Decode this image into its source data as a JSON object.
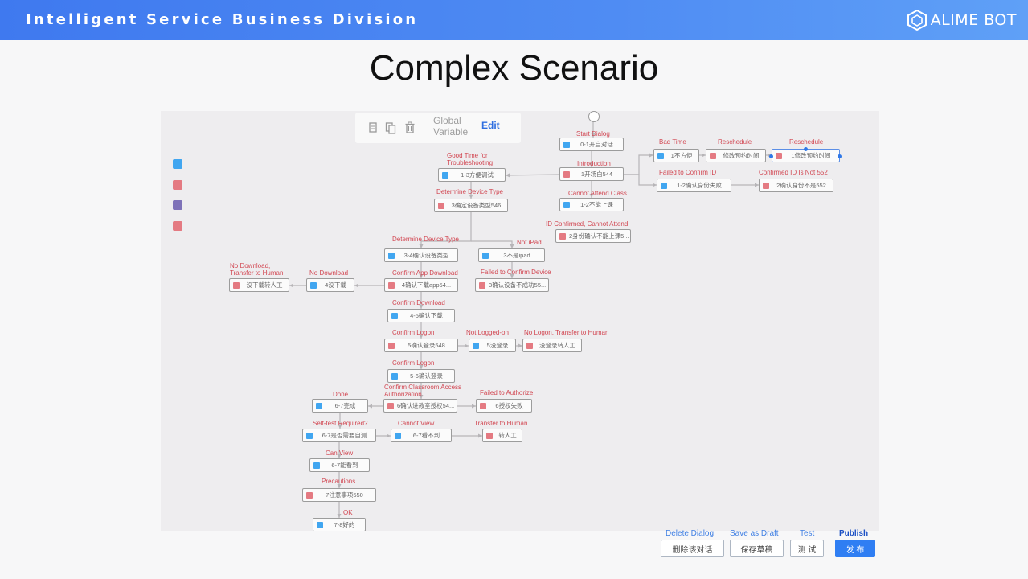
{
  "header": {
    "division_title": "Intelligent Service Business Division",
    "brand_name": "ALIME BOT"
  },
  "page_title": "Complex Scenario",
  "canvas": {
    "global_variable_label": "Global Variable",
    "edit_label": "Edit",
    "nodes": [
      {
        "id": "n01",
        "icon": "blue",
        "text": "0-1开启对话"
      },
      {
        "id": "n02",
        "icon": "red",
        "text": "1开场白544"
      },
      {
        "id": "n03",
        "icon": "blue",
        "text": "1-2不能上课"
      },
      {
        "id": "n04",
        "icon": "blue",
        "text": "1-3方便调试"
      },
      {
        "id": "n05",
        "icon": "red",
        "text": "3确定设备类型546"
      },
      {
        "id": "n06",
        "icon": "blue",
        "text": "1不方便"
      },
      {
        "id": "n07",
        "icon": "red",
        "text": "修改预约时间"
      },
      {
        "id": "n08",
        "icon": "red",
        "text": "1修改预约时间"
      },
      {
        "id": "n09",
        "icon": "blue",
        "text": "1-2确认身份失败"
      },
      {
        "id": "n10",
        "icon": "red",
        "text": "2确认身份不是552"
      },
      {
        "id": "n11",
        "icon": "red",
        "text": "2身份确认不能上课5..."
      },
      {
        "id": "n12",
        "icon": "blue",
        "text": "3-4确认设备类型"
      },
      {
        "id": "n13",
        "icon": "blue",
        "text": "3不是ipad"
      },
      {
        "id": "n14",
        "icon": "red",
        "text": "没下载转人工"
      },
      {
        "id": "n15",
        "icon": "blue",
        "text": "4没下载"
      },
      {
        "id": "n16",
        "icon": "red",
        "text": "4确认下载app54..."
      },
      {
        "id": "n17",
        "icon": "red",
        "text": "3确认设备不成功55..."
      },
      {
        "id": "n18",
        "icon": "blue",
        "text": "4-5确认下载"
      },
      {
        "id": "n19",
        "icon": "red",
        "text": "5确认登录548"
      },
      {
        "id": "n20",
        "icon": "blue",
        "text": "5没登录"
      },
      {
        "id": "n21",
        "icon": "red",
        "text": "没登录转人工"
      },
      {
        "id": "n22",
        "icon": "blue",
        "text": "5-6确认登录"
      },
      {
        "id": "n23",
        "icon": "blue",
        "text": "6-7完成"
      },
      {
        "id": "n24",
        "icon": "red",
        "text": "6确认进教室授权54..."
      },
      {
        "id": "n25",
        "icon": "red",
        "text": "6授权失败"
      },
      {
        "id": "n26",
        "icon": "blue",
        "text": "6-7是否需要自测"
      },
      {
        "id": "n27",
        "icon": "blue",
        "text": "6-7看不到"
      },
      {
        "id": "n28",
        "icon": "red",
        "text": "转人工"
      },
      {
        "id": "n29",
        "icon": "blue",
        "text": "6-7能看到"
      },
      {
        "id": "n30",
        "icon": "red",
        "text": "7注意事项550"
      },
      {
        "id": "n31",
        "icon": "blue",
        "text": "7-8好的"
      }
    ],
    "labels": {
      "l01": "Start Dialog",
      "l02": "Introduction",
      "l03": "Cannot Attend Class",
      "l04": "Good Time for\nTroubleshooting",
      "l05": "Determine Device Type",
      "l06": "Bad Time",
      "l07": "Reschedule",
      "l08": "Reschedule",
      "l09": "Failed to Confirm ID",
      "l10": "Confirmed ID Is Not 552",
      "l11": "ID Confirmed, Cannot Attend",
      "l12": "Determine Device Type",
      "l13": "Not iPad",
      "l14": "No Download,\nTransfer to Human",
      "l15": "No Download",
      "l16": "Confirm App Download",
      "l17": "Failed to Confirm Device",
      "l18": "Confirm Download",
      "l19": "Confirm Logon",
      "l20": "Not Logged-on",
      "l21": "No Logon, Transfer to Human",
      "l22": "Confirm Logon",
      "l23": "Done",
      "l24": "Confirm Classroom Access\nAuthorization",
      "l25": "Failed to Authorize",
      "l26": "Self-test Required?",
      "l27": "Cannot View",
      "l28": "Transfer to Human",
      "l29": "Can View",
      "l30": "Precautions",
      "l31": "OK"
    }
  },
  "actions": {
    "delete_en": "Delete Dialog",
    "delete_cn": "删除该对话",
    "draft_en": "Save as Draft",
    "draft_cn": "保存草稿",
    "test_en": "Test",
    "test_cn": "测 试",
    "publish_en": "Publish",
    "publish_cn": "发 布"
  },
  "colors": {
    "banner": "#4a86f2",
    "node_blue": "#41a6f0",
    "node_red": "#e47a82",
    "label_red": "#d24752",
    "action_blue": "#3f7fe3",
    "publish_fill": "#2f7ef3"
  }
}
